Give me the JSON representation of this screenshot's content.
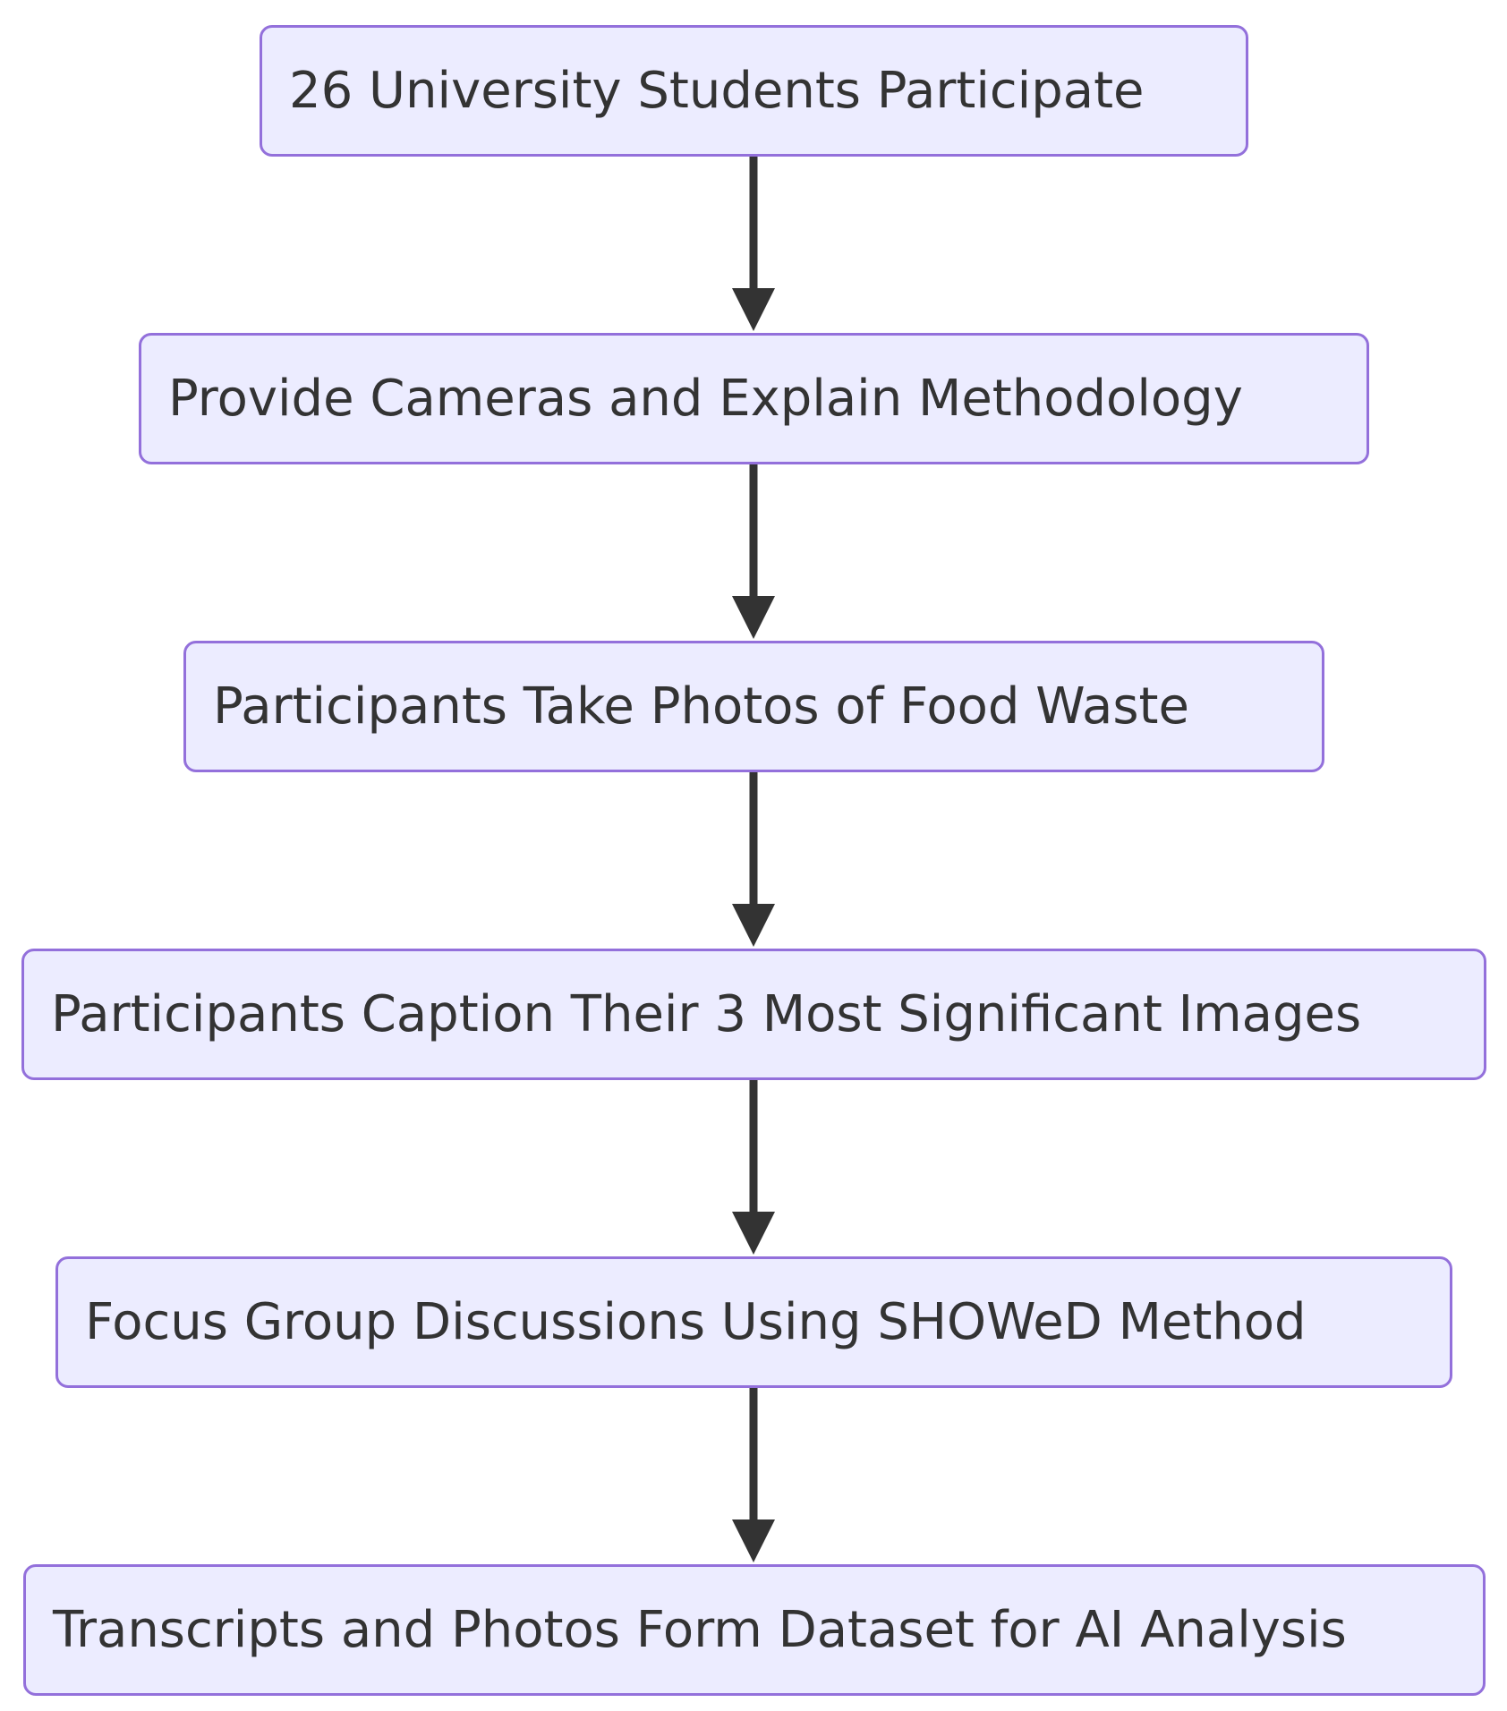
{
  "diagram": {
    "nodes": [
      {
        "id": "n1",
        "label": "26 University Students Participate"
      },
      {
        "id": "n2",
        "label": "Provide Cameras and Explain Methodology"
      },
      {
        "id": "n3",
        "label": "Participants Take Photos of Food Waste"
      },
      {
        "id": "n4",
        "label": "Participants Caption Their 3 Most Significant Images"
      },
      {
        "id": "n5",
        "label": "Focus Group Discussions Using SHOWeD Method"
      },
      {
        "id": "n6",
        "label": "Transcripts and Photos Form Dataset for AI Analysis"
      }
    ],
    "edges": [
      {
        "from": "n1",
        "to": "n2"
      },
      {
        "from": "n2",
        "to": "n3"
      },
      {
        "from": "n3",
        "to": "n4"
      },
      {
        "from": "n4",
        "to": "n5"
      },
      {
        "from": "n5",
        "to": "n6"
      }
    ],
    "colors": {
      "node_fill": "#ECECFF",
      "node_border": "#9370DB",
      "text": "#333333",
      "edge": "#333333"
    }
  }
}
